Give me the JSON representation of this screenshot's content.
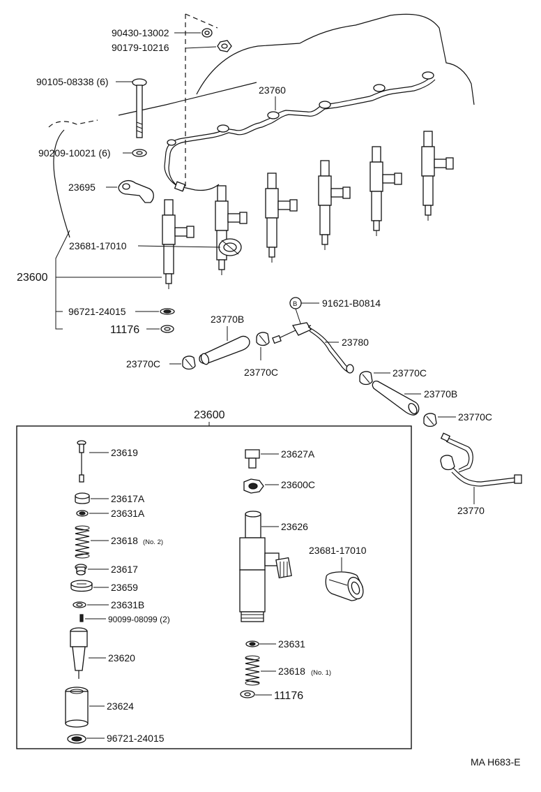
{
  "labels": {
    "p90430": "90430-13002",
    "p90179": "90179-10216",
    "p90105": "90105-08338 (6)",
    "p90209": "90209-10021 (6)",
    "p23760": "23760",
    "p23695": "23695",
    "p23681_top": "23681-17010",
    "p23600_left": "23600",
    "p96721_top": "96721-24015",
    "p11176_top": "11176",
    "p91621": "91621-B0814",
    "p91621_mark": "B",
    "p23770B_top": "23770B",
    "p23780": "23780",
    "p23770C_left": "23770C",
    "p23770C_mid": "23770C",
    "p23770C_right1": "23770C",
    "p23770B_right": "23770B",
    "p23770C_right2": "23770C",
    "p23770": "23770",
    "p23600_box": "23600",
    "p23619": "23619",
    "p23617A": "23617A",
    "p23631A": "23631A",
    "p23618_2": "23618",
    "p23618_2_note": "(No. 2)",
    "p23617": "23617",
    "p23659": "23659",
    "p23631B": "23631B",
    "p90099": "90099-08099 (2)",
    "p23620": "23620",
    "p23624": "23624",
    "p96721_box": "96721-24015",
    "p23627A": "23627A",
    "p23600C": "23600C",
    "p23626": "23626",
    "p23681_box": "23681-17010",
    "p23631": "23631",
    "p23618_1": "23618",
    "p23618_1_note": "(No. 1)",
    "p11176_box": "11176"
  },
  "footer": {
    "code": "MA H683-E"
  }
}
